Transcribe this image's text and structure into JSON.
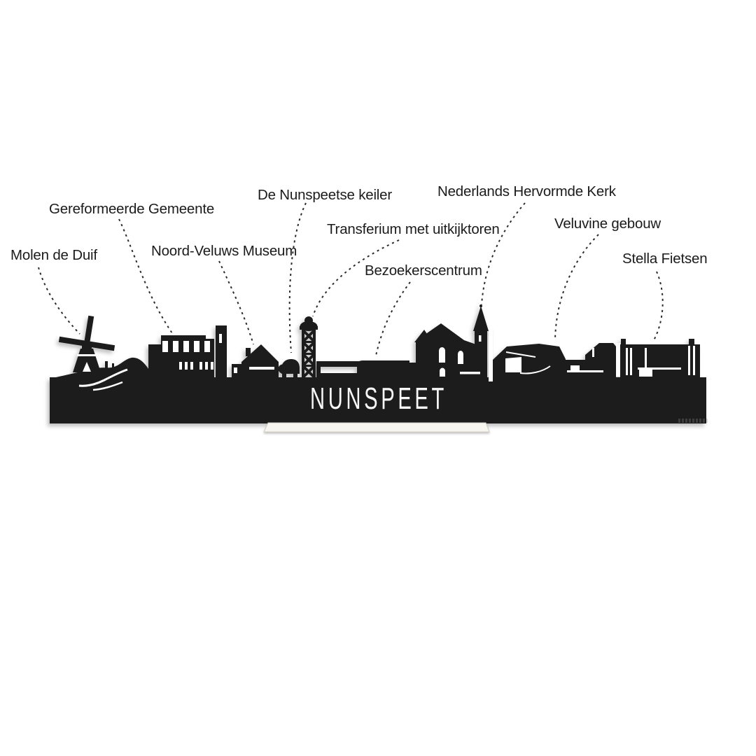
{
  "product": {
    "cutout_text": "NUNSPEET",
    "colors": {
      "silhouette": "#1e1d1f",
      "label_text": "#1b1b1b",
      "cutout_text_color": "#f8f8f8",
      "stand": "#f7f5f0"
    }
  },
  "labels": [
    {
      "text": "Molen de Duif"
    },
    {
      "text": "Gereformeerde Gemeente"
    },
    {
      "text": "Noord-Veluws Museum"
    },
    {
      "text": "De Nunspeetse keiler"
    },
    {
      "text": "Transferium met uitkijktoren"
    },
    {
      "text": "Bezoekerscentrum"
    },
    {
      "text": "Nederlands Hervormde Kerk"
    },
    {
      "text": "Veluvine gebouw"
    },
    {
      "text": "Stella Fietsen"
    }
  ]
}
